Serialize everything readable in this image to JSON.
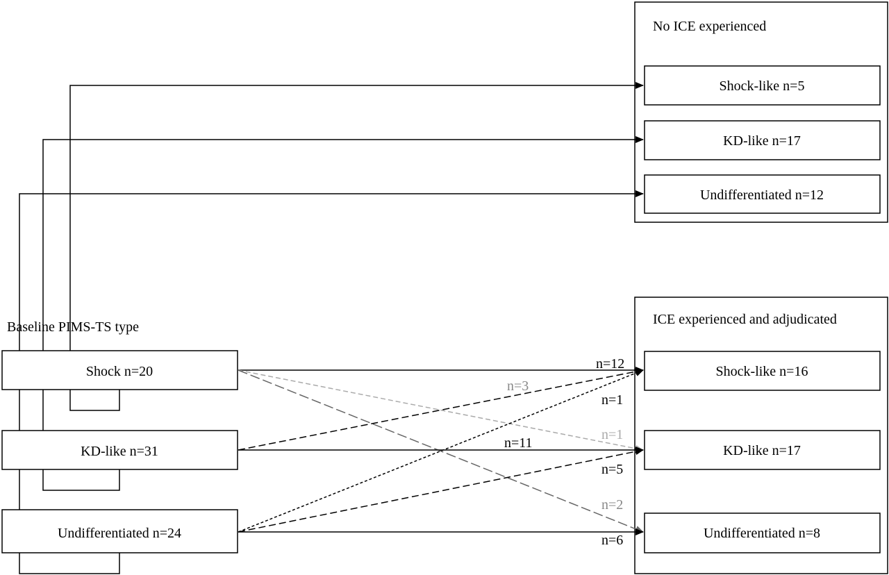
{
  "no_ice_group": {
    "title": "No ICE experienced",
    "outcomes": [
      {
        "label": "Shock-like n=5"
      },
      {
        "label": "KD-like n=17"
      },
      {
        "label": "Undifferentiated n=12"
      }
    ]
  },
  "ice_group": {
    "title": "ICE experienced and adjudicated",
    "outcomes": [
      {
        "label": "Shock-like n=16"
      },
      {
        "label": "KD-like n=17"
      },
      {
        "label": "Undifferentiated n=8"
      }
    ]
  },
  "baseline": {
    "title": "Baseline PIMS-TS type",
    "types": [
      {
        "label": "Shock n=20"
      },
      {
        "label": "KD-like n=31"
      },
      {
        "label": "Undifferentiated n=24"
      }
    ]
  },
  "transitions": [
    {
      "from": "Shock",
      "to": "Shock-like",
      "label": "n=12",
      "style": "solid",
      "color": "#000000"
    },
    {
      "from": "Shock",
      "to": "KD-like",
      "label": "n=1",
      "style": "dashed-light",
      "color": "#aaaaaa"
    },
    {
      "from": "Shock",
      "to": "Undifferentiated",
      "label": "n=2",
      "style": "dashed-long",
      "color": "#666666"
    },
    {
      "from": "KD-like",
      "to": "Shock-like",
      "label": "n=3",
      "style": "dashed",
      "color": "#000000"
    },
    {
      "from": "KD-like",
      "to": "KD-like",
      "label": "n=11",
      "style": "solid",
      "color": "#000000"
    },
    {
      "from": "Undifferentiated",
      "to": "Shock-like",
      "label": "n=1",
      "style": "dotted",
      "color": "#000000"
    },
    {
      "from": "Undifferentiated",
      "to": "KD-like",
      "label": "n=5",
      "style": "dashed",
      "color": "#000000"
    },
    {
      "from": "Undifferentiated",
      "to": "Undifferentiated",
      "label": "n=6",
      "style": "solid",
      "color": "#000000"
    }
  ],
  "label_colors": {
    "black": "#000000",
    "light_grey": "#aaaaaa",
    "mid_grey": "#888888"
  }
}
